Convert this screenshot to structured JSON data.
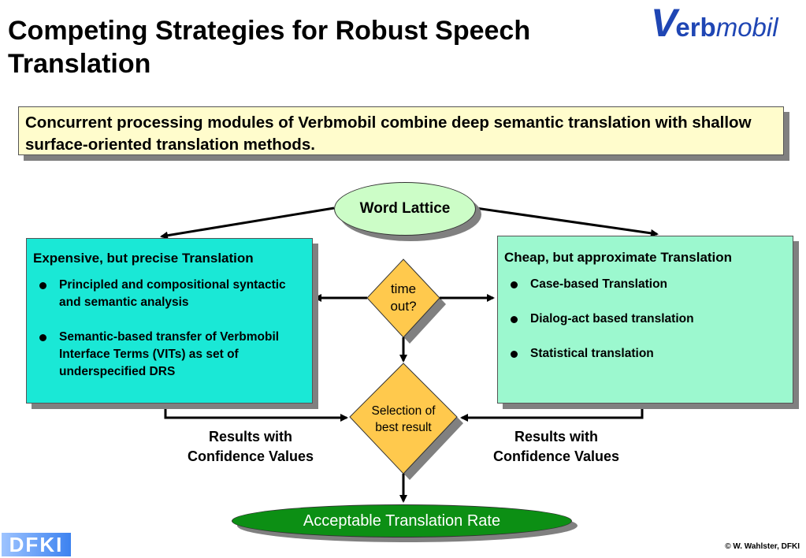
{
  "title": "Competing Strategies for Robust Speech Translation",
  "logo": {
    "v": "V",
    "erb": "erb",
    "mobil": "mobil"
  },
  "intro": "Concurrent processing modules of Verbmobil combine deep semantic translation with shallow surface-oriented translation methods.",
  "word_lattice": "Word Lattice",
  "left_box": {
    "title": "Expensive, but precise Translation",
    "items": [
      "Principled and compositional syntactic and semantic analysis",
      "Semantic-based transfer of Verbmobil Interface Terms (VITs) as set of underspecified DRS"
    ]
  },
  "right_box": {
    "title": "Cheap, but approximate Translation",
    "items": [
      "Case-based Translation",
      "Dialog-act based translation",
      "Statistical translation"
    ]
  },
  "timeout": {
    "line1": "time",
    "line2": "out?"
  },
  "selection": {
    "line1": "Selection of",
    "line2": "best result"
  },
  "results_left": {
    "line1": "Results with",
    "line2": "Confidence Values"
  },
  "results_right": {
    "line1": "Results with",
    "line2": "Confidence Values"
  },
  "output": "Acceptable Translation Rate",
  "footer": {
    "logo": "DFKI",
    "copyright": "© W. Wahlster, DFKI"
  },
  "colors": {
    "intro_bg": "#fffccc",
    "left_box_bg": "#1ae8d6",
    "right_box_bg": "#9cf8cf",
    "lattice_bg": "#ccfdc7",
    "diamond_bg": "#ffc94d",
    "output_bg": "#0c8f14"
  }
}
